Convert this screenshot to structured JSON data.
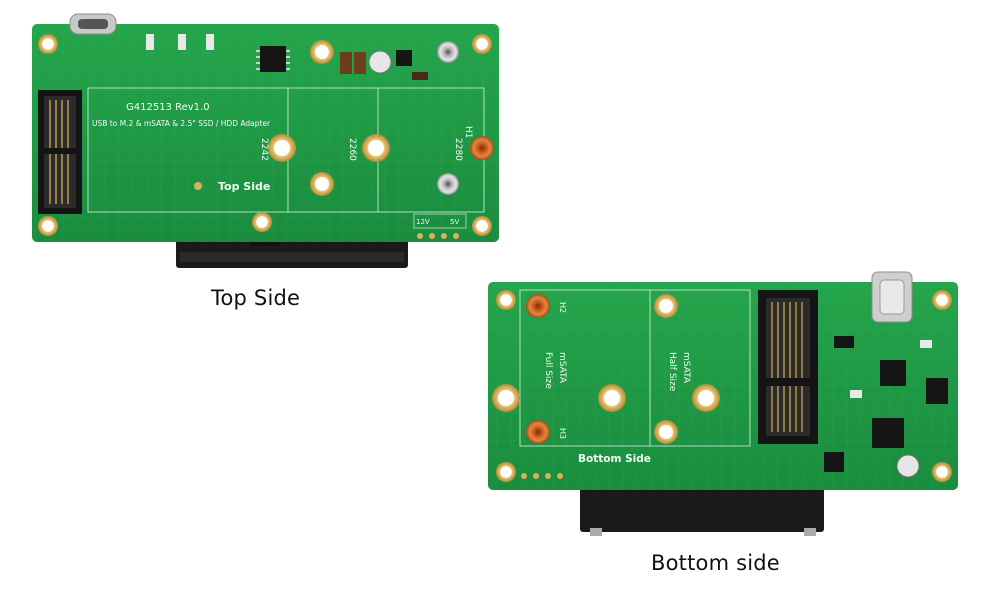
{
  "captions": {
    "top": "Top Side",
    "bottom": "Bottom side"
  },
  "top_board": {
    "model": "G412513 Rev1.0",
    "description": "USB to M.2 & mSATA & 2.5\" SSD / HDD Adapter",
    "side_label": "Top Side",
    "slot_labels": [
      "2242",
      "2260",
      "2280"
    ],
    "hole_label": "H1",
    "power_labels": [
      "12V",
      "5V"
    ]
  },
  "bottom_board": {
    "side_label": "Bottom Side",
    "msata_full": [
      "mSATA",
      "Full Size"
    ],
    "msata_half": [
      "mSATA",
      "Half Size"
    ],
    "hole_labels": [
      "H2",
      "H3"
    ]
  },
  "colors": {
    "pcb": "#1f9a45",
    "pcb_dark": "#15803a",
    "gold": "#d9b25a",
    "connector": "#1c1c1c"
  }
}
